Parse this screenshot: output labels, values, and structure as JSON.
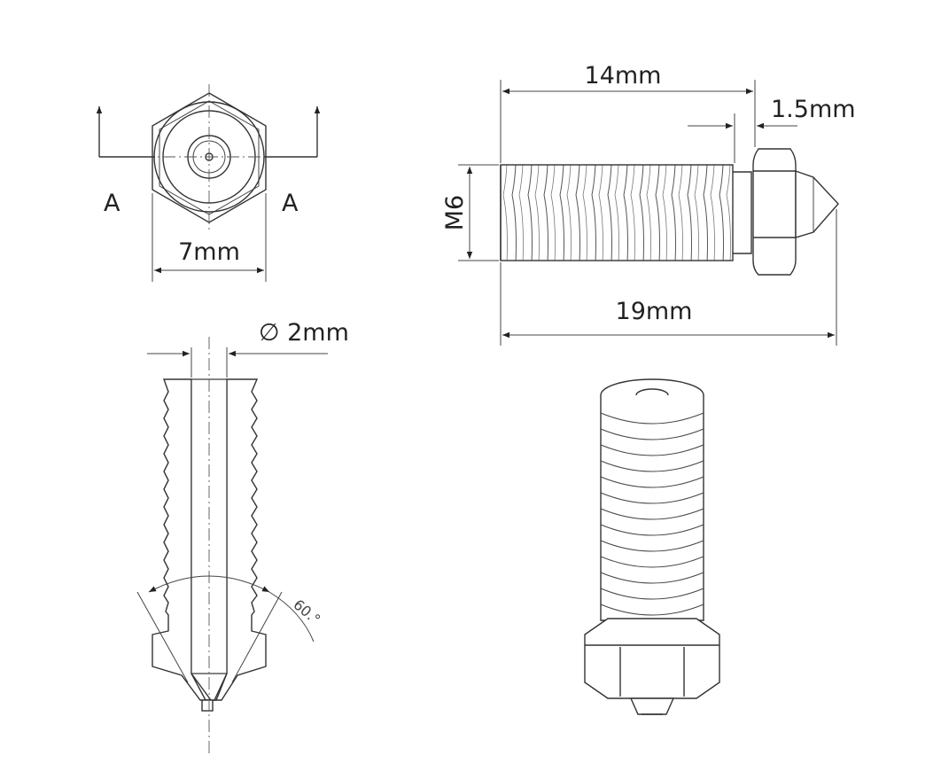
{
  "labels": {
    "section_left": "A",
    "section_right": "A",
    "hex_width": "7mm",
    "thread_length": "14mm",
    "tip_length": "1.5mm",
    "thread_size": "M6",
    "total_length": "19mm",
    "bore_diameter": "∅ 2mm",
    "tip_angle": "60.°"
  },
  "colors": {
    "line": "#333333",
    "hatch": "#444444",
    "background": "#ffffff"
  }
}
